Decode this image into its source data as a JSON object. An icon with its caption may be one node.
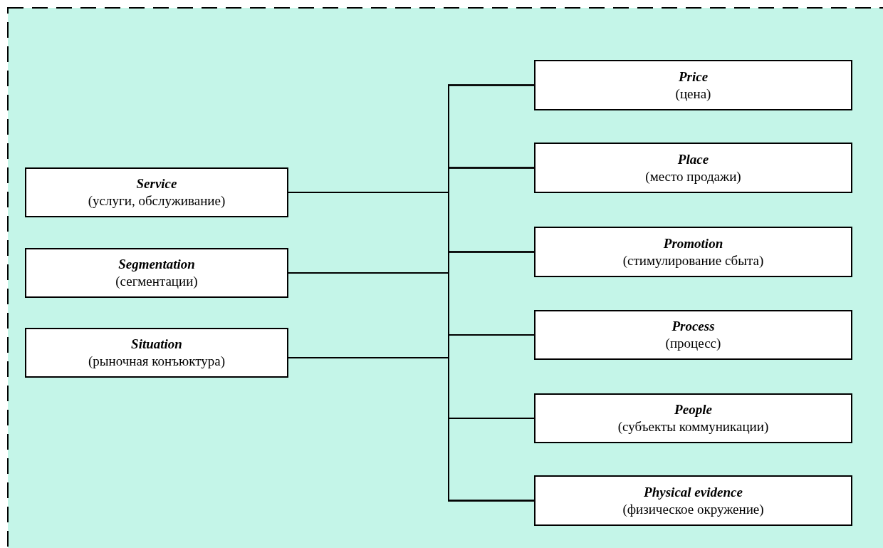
{
  "diagram": {
    "nodes": [
      {
        "text": [
          "Service",
          "(услуги, обслуживание)"
        ]
      },
      {
        "text": [
          "Segmentation",
          "(сегментации)"
        ]
      },
      {
        "text": [
          "Situation",
          "(рыночная конъюктура)"
        ]
      },
      {
        "text": [
          "Price",
          "(цена)"
        ]
      },
      {
        "text": [
          "Place",
          "(место продажи)"
        ]
      },
      {
        "text": [
          "Promotion",
          "(стимулирование сбыта)"
        ]
      },
      {
        "text": [
          "Process",
          "(процесс)"
        ]
      },
      {
        "text": [
          "People",
          "(субъекты коммуникации)"
        ]
      },
      {
        "text": [
          "Physical evidence",
          "(физическое окружение)"
        ]
      }
    ],
    "edges": [
      {
        "from": 0,
        "to": 3,
        "arrow": "none"
      },
      {
        "from": 0,
        "to": 4,
        "arrow": "none"
      },
      {
        "from": 0,
        "to": 5,
        "arrow": "none"
      },
      {
        "from": 0,
        "to": 6,
        "arrow": "none"
      },
      {
        "from": 0,
        "to": 7,
        "arrow": "none"
      },
      {
        "from": 0,
        "to": 8,
        "arrow": "none"
      },
      {
        "from": 1,
        "to": 3,
        "arrow": "none"
      },
      {
        "from": 1,
        "to": 4,
        "arrow": "none"
      },
      {
        "from": 1,
        "to": 5,
        "arrow": "none"
      },
      {
        "from": 1,
        "to": 6,
        "arrow": "none"
      },
      {
        "from": 1,
        "to": 7,
        "arrow": "none"
      },
      {
        "from": 1,
        "to": 8,
        "arrow": "none"
      },
      {
        "from": 2,
        "to": 3,
        "arrow": "none"
      },
      {
        "from": 2,
        "to": 4,
        "arrow": "none"
      },
      {
        "from": 2,
        "to": 5,
        "arrow": "none"
      },
      {
        "from": 2,
        "to": 6,
        "arrow": "none"
      },
      {
        "from": 2,
        "to": 7,
        "arrow": "none"
      },
      {
        "from": 2,
        "to": 8,
        "arrow": "none"
      }
    ]
  }
}
